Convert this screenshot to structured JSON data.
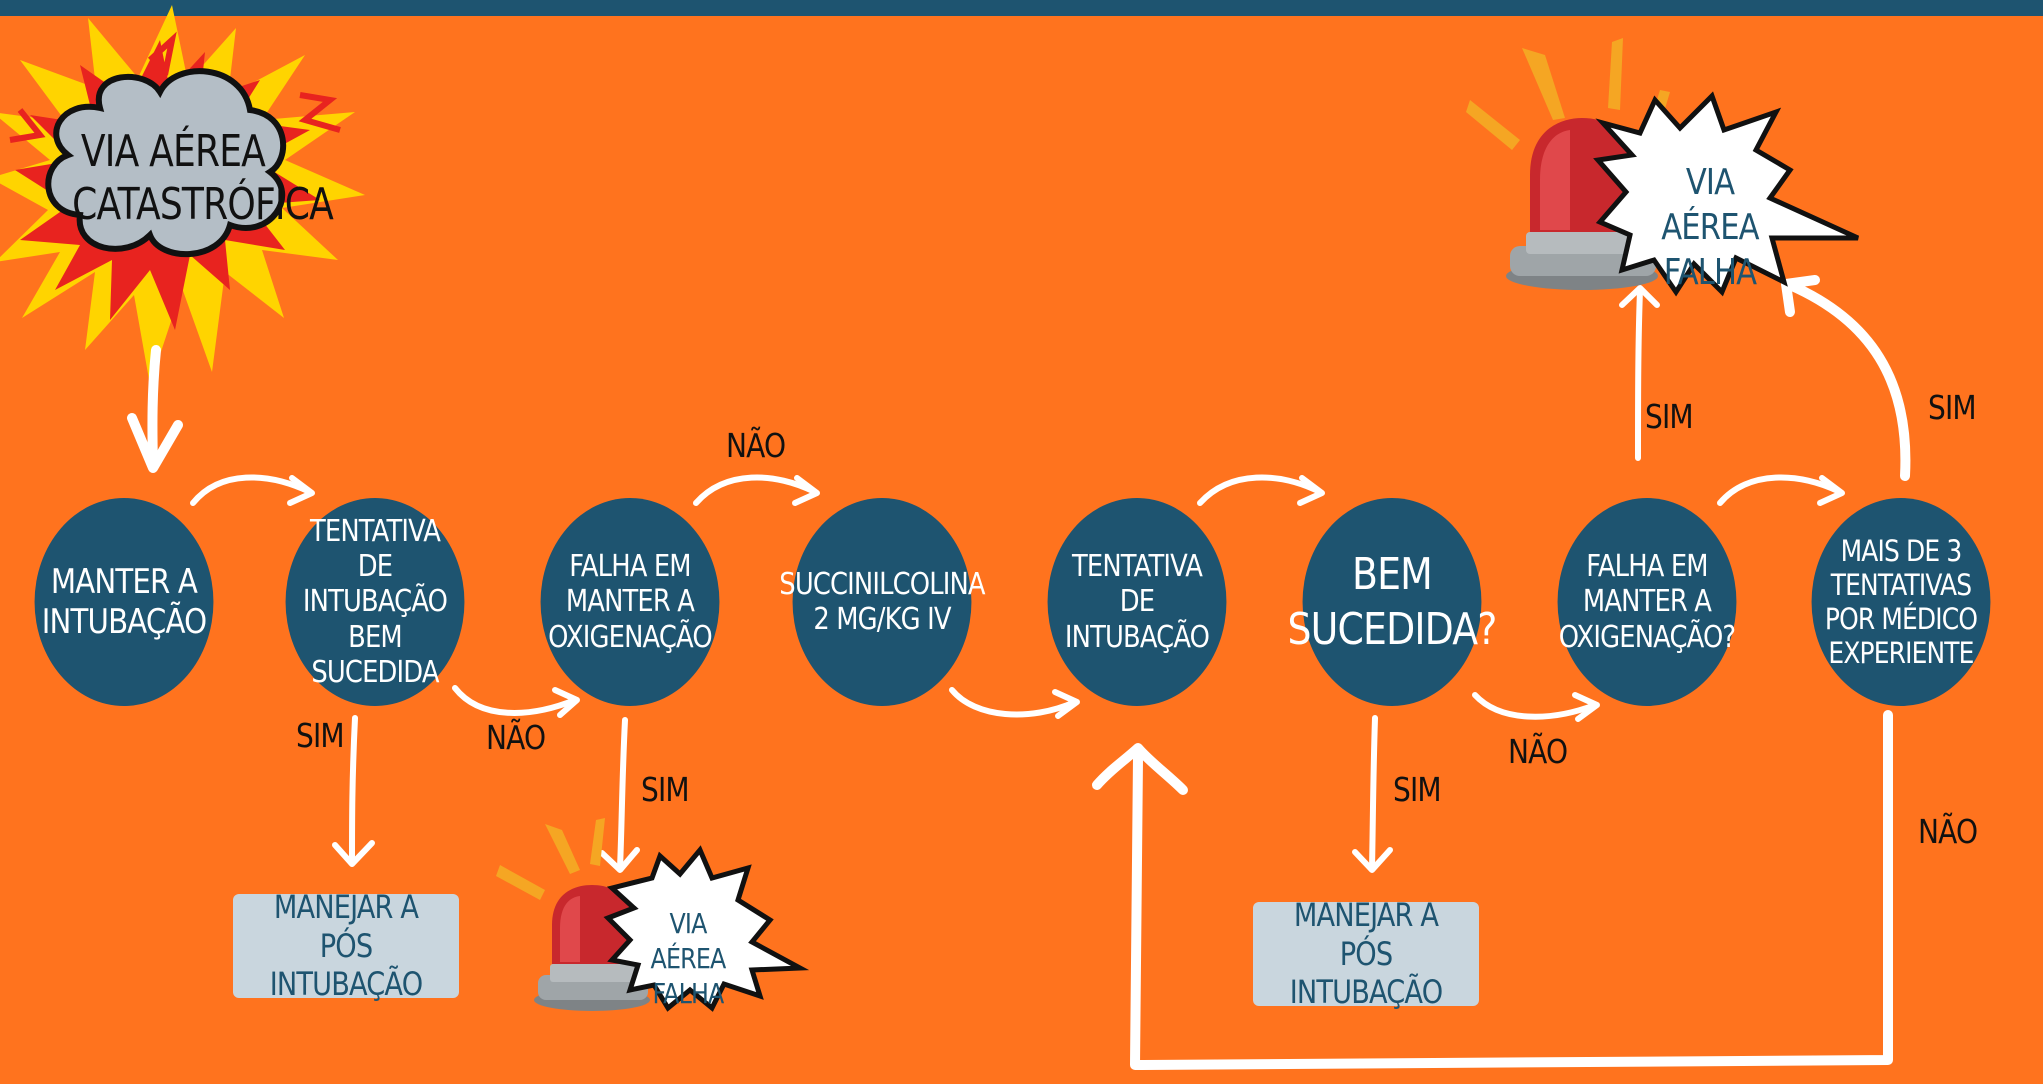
{
  "start": {
    "label": "VIA AÉREA\nCATASTRÓFICA"
  },
  "nodes": [
    {
      "id": "manter-intubacao",
      "text": "MANTER A\nINTUBAÇÃO"
    },
    {
      "id": "tentativa-bem-sucedida",
      "text": "TENTATIVA DE\nINTUBAÇÃO\nBEM SUCEDIDA"
    },
    {
      "id": "falha-oxigenacao-1",
      "text": "FALHA EM\nMANTER A\nOXIGENAÇÃO"
    },
    {
      "id": "succinilcolina",
      "text": "SUCCINILCOLINA\n2 MG/KG IV"
    },
    {
      "id": "tentativa-intubacao",
      "text": "TENTATIVA DE\nINTUBAÇÃO"
    },
    {
      "id": "bem-sucedida",
      "text": "BEM\nSUCEDIDA?"
    },
    {
      "id": "falha-oxigenacao-2",
      "text": "FALHA EM\nMANTER A\nOXIGENAÇÃO?"
    },
    {
      "id": "mais-de-3",
      "text": "MAIS DE 3\nTENTATIVAS\nPOR MÉDICO\nEXPERIENTE"
    }
  ],
  "boxes": {
    "pos_intubacao_1": "MANEJAR A PÓS\nINTUBAÇÃO",
    "pos_intubacao_2": "MANEJAR A PÓS\nINTUBAÇÃO"
  },
  "bursts": {
    "via_aerea_falha_top": "VIA AÉREA\nFALHA",
    "via_aerea_falha_bottom": "VIA AÉREA\nFALHA"
  },
  "labels": {
    "sim_1": "SIM",
    "nao_1": "NÃO",
    "sim_2": "SIM",
    "nao_2": "NÃO",
    "sim_3": "SIM",
    "nao_3": "NÃO",
    "sim_4": "SIM",
    "sim_5": "SIM",
    "nao_4": "NÃO"
  },
  "colors": {
    "background": "#FF731E",
    "node_fill": "#1E5470",
    "box_fill": "#C9D6DE",
    "arrow": "#FFFFFF",
    "siren_red": "#C8282D",
    "burst_yellow": "#FFD400",
    "burst_red": "#E8231F",
    "cloud_grey": "#B4BEC6"
  },
  "icons": [
    "explosion-icon",
    "cloud-icon",
    "siren-icon",
    "speech-burst-icon",
    "arrow-icon"
  ]
}
